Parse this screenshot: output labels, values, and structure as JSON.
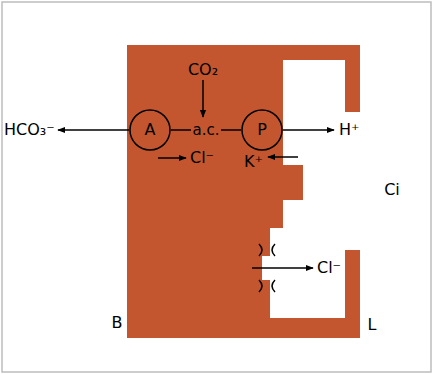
{
  "diagram": {
    "nodes": [
      {
        "text": [
          "A"
        ]
      },
      {
        "text": [
          "P"
        ]
      }
    ],
    "edges": [
      {
        "from": 0,
        "to": 1,
        "arrow": "none",
        "label": "a.c."
      }
    ],
    "labels": [
      "CO₂",
      "HCO₃⁻",
      "H⁺",
      "Cl⁻",
      "K⁺",
      "Cl⁻",
      "Ci",
      "B",
      "L"
    ]
  }
}
